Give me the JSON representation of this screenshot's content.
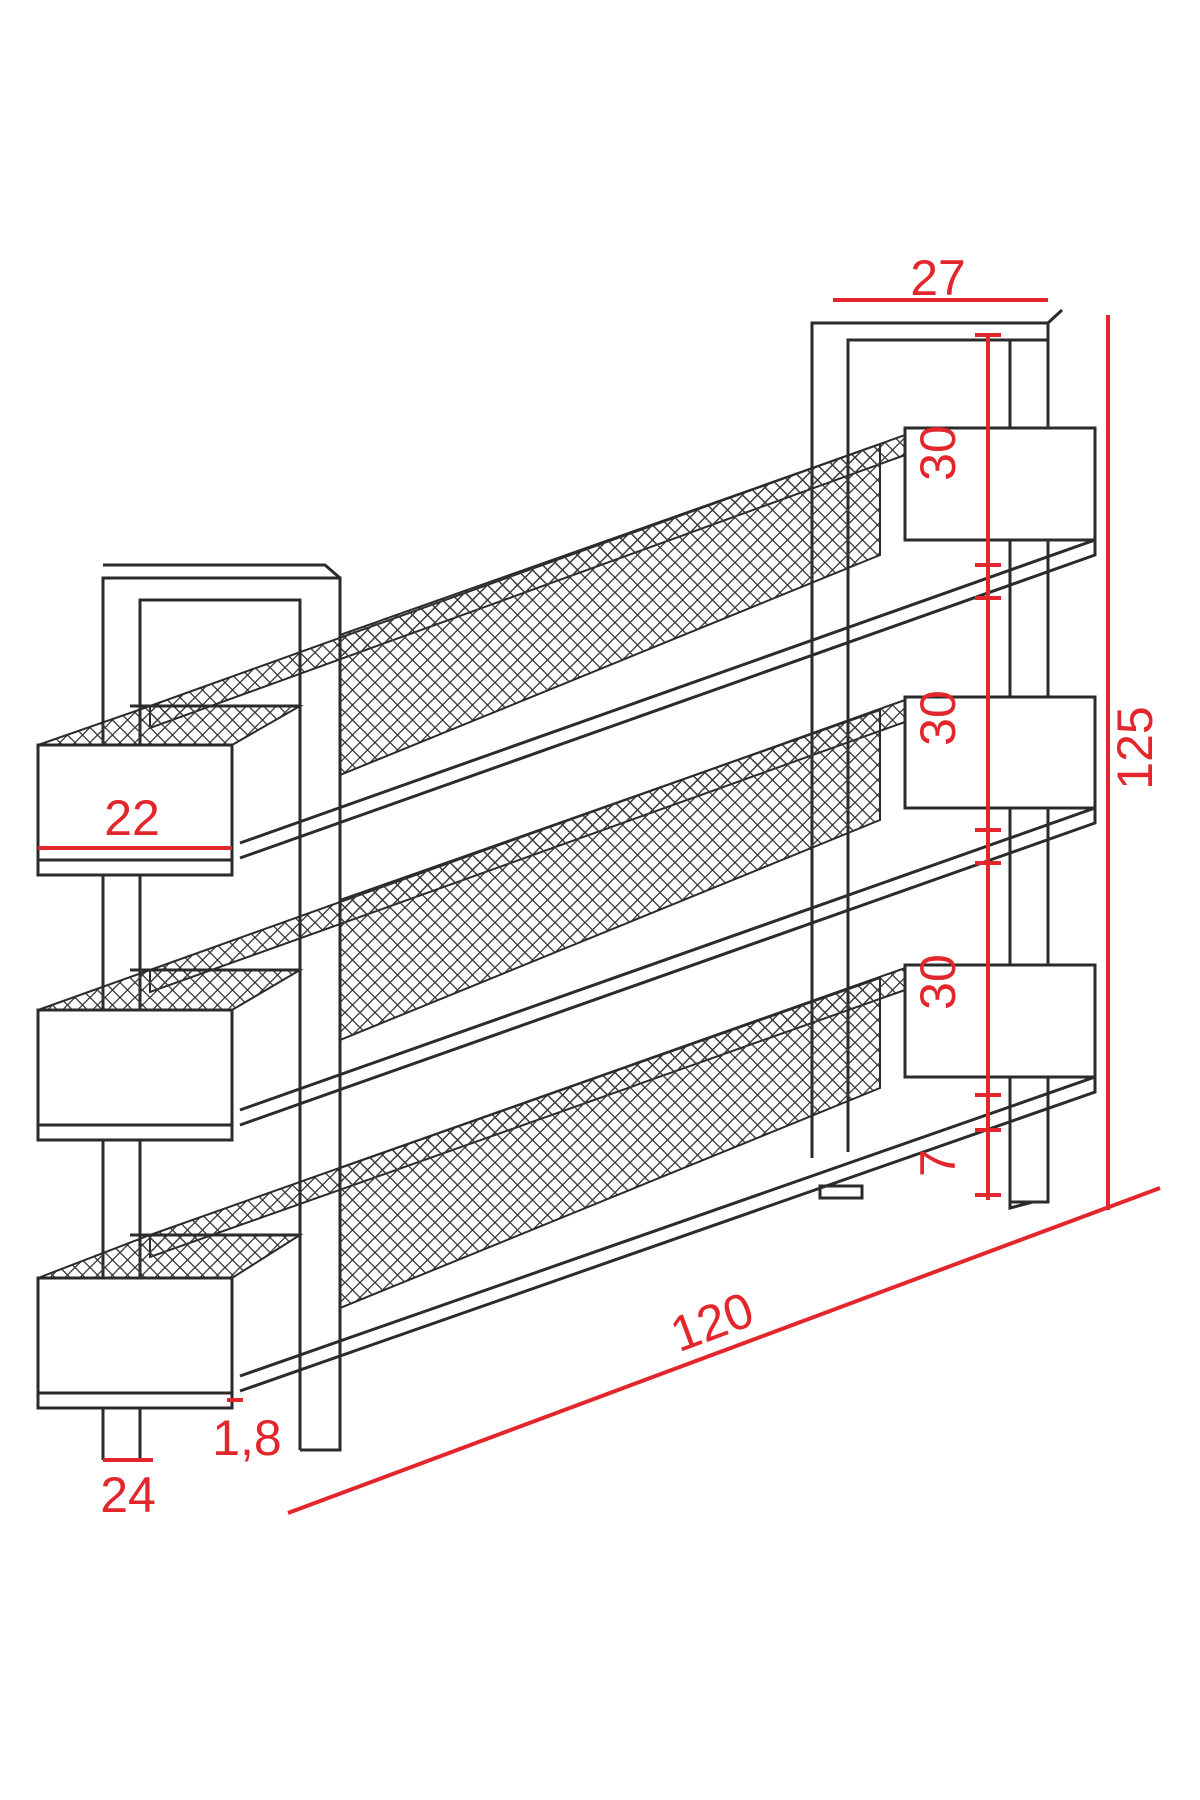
{
  "colors": {
    "line": "#2b2b2b",
    "dimension": "#e3262b",
    "background": "#ffffff"
  },
  "dimensions": {
    "top_depth": "27",
    "total_height": "125",
    "shelf_gap_1": "30",
    "shelf_gap_2": "30",
    "shelf_gap_3": "30",
    "bottom_clearance": "7",
    "box_width": "22",
    "total_width": "120",
    "panel_thickness": "1,8",
    "leg_width": "24"
  }
}
